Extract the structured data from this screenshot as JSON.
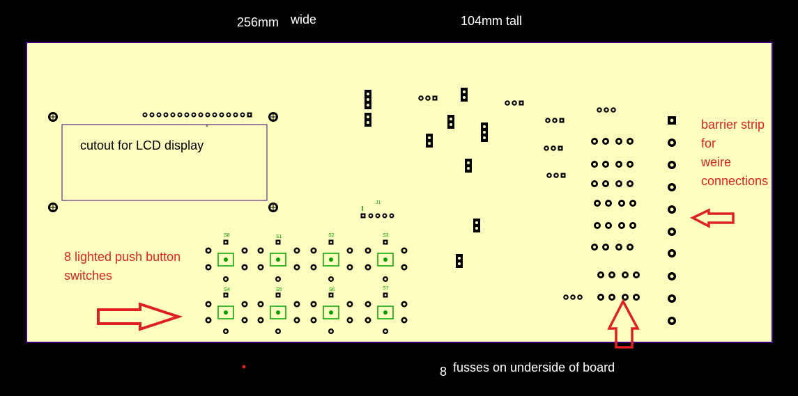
{
  "dimensions": {
    "width_label": "256mm",
    "width_suffix": "wide",
    "height_label": "104mm tall"
  },
  "board": {
    "lcd_label": "cutout for LCD display",
    "connector_label": "J1",
    "switch_labels": [
      "S8",
      "S1",
      "S2",
      "S3",
      "S4",
      "S5",
      "S6",
      "S7"
    ]
  },
  "annotations": {
    "switches_line1": "8 lighted push button",
    "switches_line2": "switches",
    "barrier_line1": "barrier strip",
    "barrier_line2": "for",
    "barrier_line3": "weire",
    "barrier_line4": "connections",
    "fuses_count": "8",
    "fuses_text": "fusses on underside of board"
  },
  "colors": {
    "background": "#000000",
    "board": "#ffffc0",
    "board_outline": "#400080",
    "annotation": "#e02020",
    "silkscreen": "#00a000",
    "pad": "#000000"
  }
}
